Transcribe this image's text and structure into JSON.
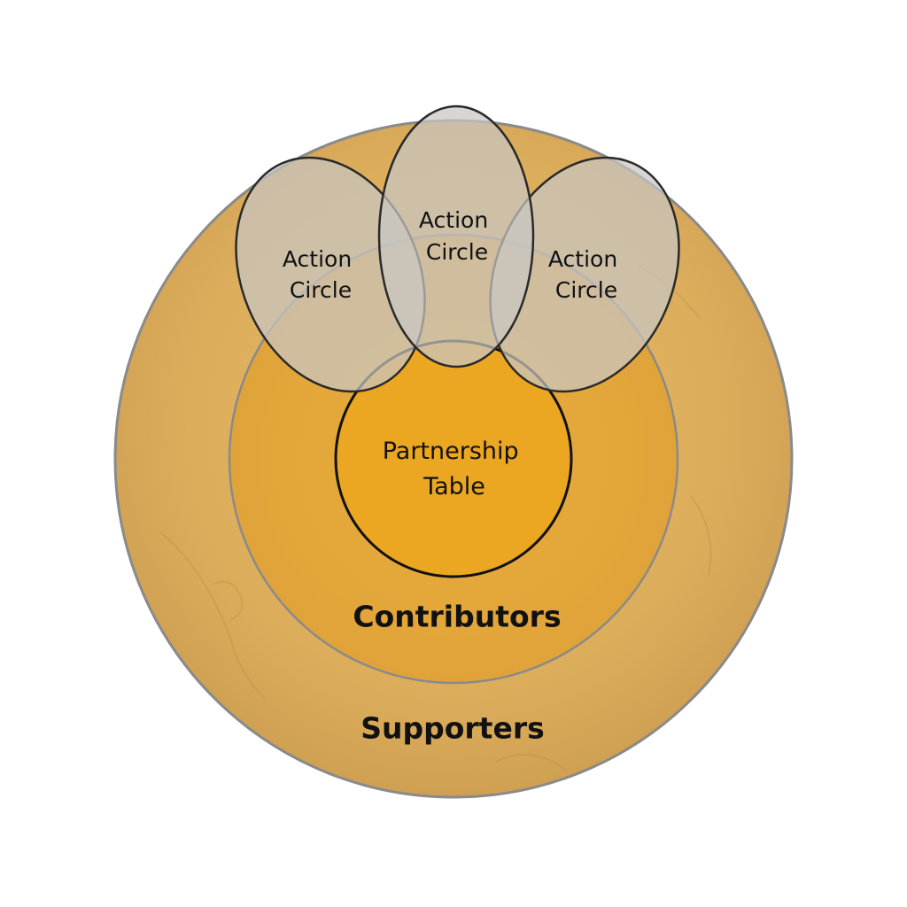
{
  "diagram": {
    "colors": {
      "outer_ring": "#dcae5c",
      "middle_ring": "#e3a93a",
      "core": "#eba721",
      "action_fill": "#c8c6c4",
      "outline": "#8a8a8a",
      "core_outline": "#111111",
      "text": "#111111"
    },
    "rings": {
      "supporters": "Supporters",
      "contributors": "Contributors"
    },
    "core": {
      "line1": "Partnership",
      "line2": "Table"
    },
    "action_circles": [
      {
        "line1": "Action",
        "line2": "Circle"
      },
      {
        "line1": "Action",
        "line2": "Circle"
      },
      {
        "line1": "Action",
        "line2": "Circle"
      }
    ]
  }
}
